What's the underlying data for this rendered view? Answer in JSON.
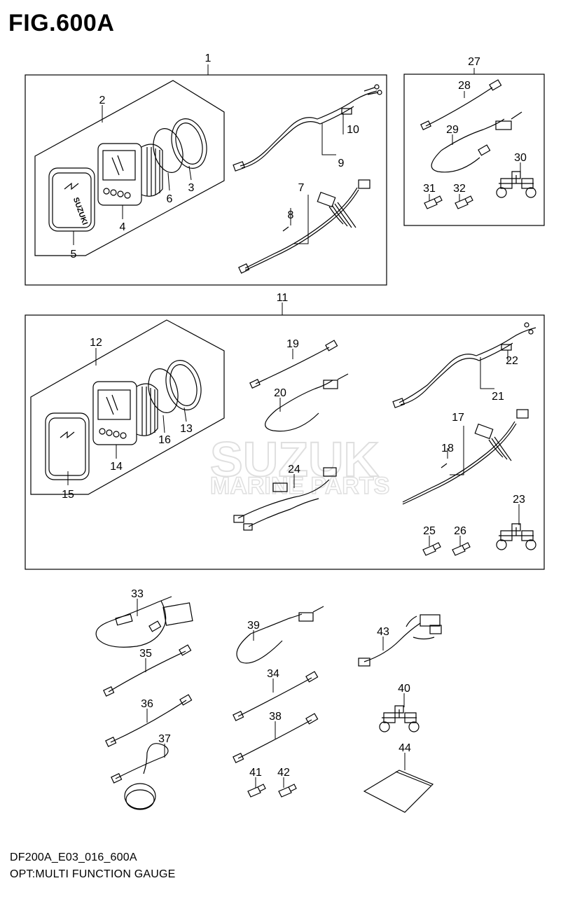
{
  "figure_title": "FIG.600A",
  "footer": {
    "code": "DF200A_E03_016_600A",
    "caption": "OPT:MULTI FUNCTION GAUGE"
  },
  "brand_text": "SUZUKI",
  "watermark": {
    "line1": "SUZUK",
    "line2": "MARINE PARTS"
  },
  "callouts": [
    "1",
    "2",
    "3",
    "4",
    "5",
    "6",
    "7",
    "8",
    "9",
    "10",
    "11",
    "12",
    "13",
    "14",
    "15",
    "16",
    "17",
    "18",
    "19",
    "20",
    "21",
    "22",
    "23",
    "24",
    "25",
    "26",
    "27",
    "28",
    "29",
    "30",
    "31",
    "32",
    "33",
    "34",
    "35",
    "36",
    "37",
    "38",
    "39",
    "40",
    "41",
    "42",
    "43",
    "44"
  ]
}
